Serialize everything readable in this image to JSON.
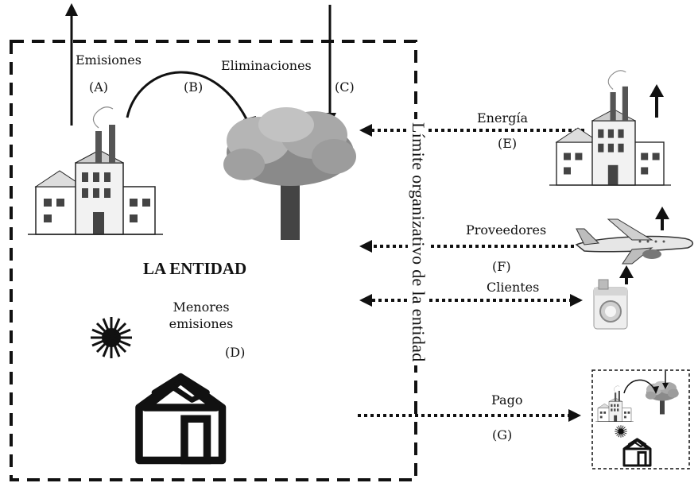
{
  "labels": {
    "emisiones": "Emisiones",
    "a": "(A)",
    "b": "(B)",
    "eliminaciones": "Eliminaciones",
    "c": "(C)",
    "entidad": "LA ENTIDAD",
    "menores_line1": "Menores",
    "menores_line2": "emisiones",
    "d": "(D)",
    "limite": "Límite organizativo de la entidad",
    "energia": "Energía",
    "e": "(E)",
    "proveedores": "Proveedores",
    "f": "(F)",
    "clientes": "Clientes",
    "pago": "Pago",
    "g": "(G)"
  },
  "icons": [
    "factory-icon",
    "tree-icon",
    "sun-icon",
    "house-icon",
    "airplane-icon",
    "washing-machine-icon"
  ],
  "colors": {
    "ink": "#111111",
    "tree_light": "#b5b5b5",
    "tree_dark": "#8a8a8a",
    "trunk": "#444444"
  }
}
